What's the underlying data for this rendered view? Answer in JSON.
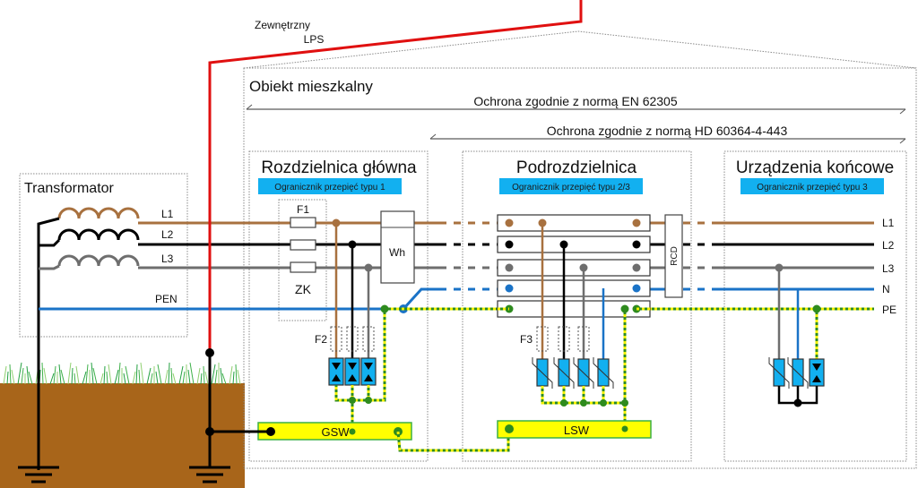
{
  "lps_label_line1": "Zewnętrzny",
  "lps_label_line2": "LPS",
  "building": {
    "title": "Obiekt mieszkalny",
    "norm_en": "Ochrona zgodnie z normą EN 62305",
    "norm_hd": "Ochrona zgodnie z normą HD 60364-4-443"
  },
  "transformer": {
    "title": "Transformator",
    "lines": [
      "L1",
      "L2",
      "L3"
    ],
    "pen": "PEN"
  },
  "main_board": {
    "title": "Rozdzielnica główna",
    "spd_label": "Ogranicznik przepięć typu 1",
    "fuse_label": "F1",
    "zk_label": "ZK",
    "meter_label": "Wh",
    "spd_fuse_label": "F2",
    "busbar_label": "GSW"
  },
  "sub_board": {
    "title": "Podrozdzielnica",
    "spd_label": "Ogranicznik przepięć typu 2/3",
    "rcd_label": "RCD",
    "spd_fuse_label": "F3",
    "busbar_label": "LSW"
  },
  "end_devices": {
    "title": "Urządzenia końcowe",
    "spd_label": "Ogranicznik przepięć typu 3",
    "conductors": [
      "L1",
      "L2",
      "L3",
      "N",
      "PE"
    ]
  },
  "colors": {
    "L1": "#a8713f",
    "L2": "#000000",
    "L3": "#6e6e6e",
    "N": "#1a73c7",
    "PE_green": "#2e8b1e",
    "PE_yellow": "#f0f000",
    "LPS": "#e01010",
    "SPD": "#12b0f0",
    "busbar": "#ffff00",
    "soil": "#a8651a"
  }
}
